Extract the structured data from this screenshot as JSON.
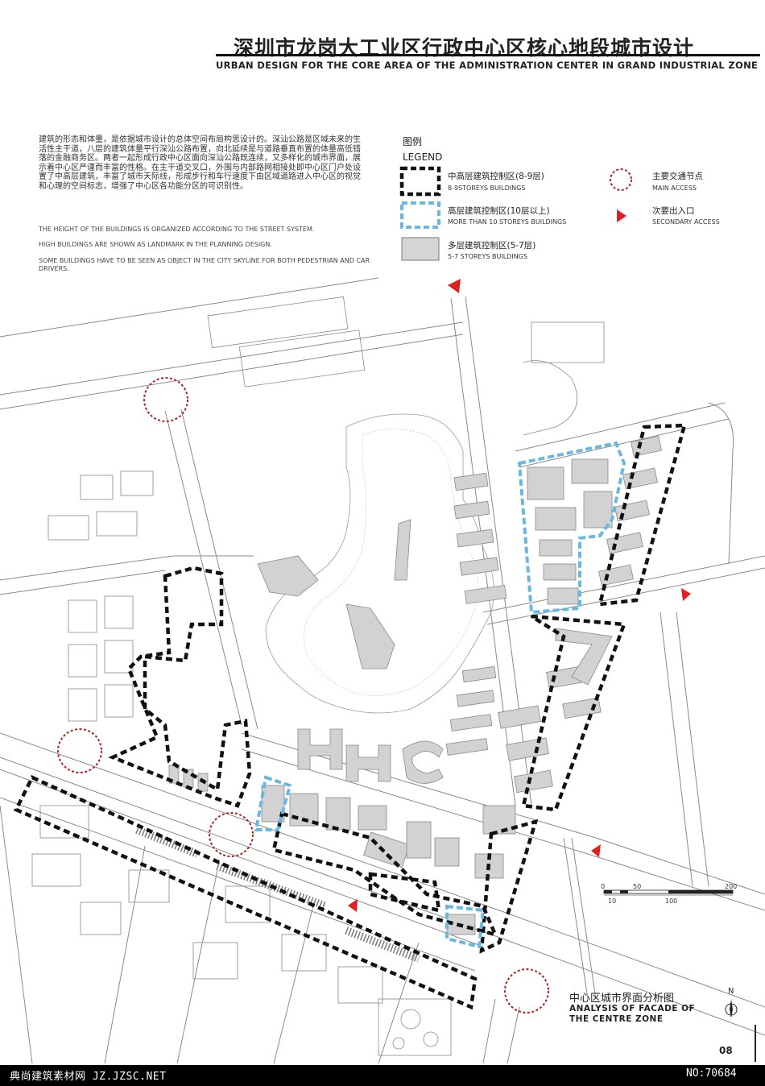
{
  "header": {
    "title_cn": "深圳市龙岗大工业区行政中心区核心地段城市设计",
    "title_en": "URBAN DESIGN FOR THE CORE AREA OF THE ADMINISTRATION CENTER IN GRAND INDUSTRIAL ZONE"
  },
  "description": {
    "cn": "建筑的形态和体量，是依据城市设计的总体空间布局构思设计的。深汕公路是区域未来的生活性主干道，八层的建筑体量平行深汕公路布置，向北延续是与道路垂直布置的体量高低错落的金融商务区。两者一起形成行政中心区面向深汕公路既连续，又多样化的城市界面，展示着中心区严谨而丰富的性格。在主干道交叉口，外围与内部路网相接处即中心区门户处设置了中高层建筑，丰富了城市天际线，形成步行和车行速度下由区域道路进入中心区的视觉和心理的空间标志，增强了中心区各功能分区的可识别性。",
    "en_1": "THE HEIGHT OF THE BUILDINGS IS ORGANIZED ACCORDING TO THE STREET SYSTEM.",
    "en_2": "HIGH BUILDINGS ARE SHOWN AS LANDMARK IN THE PLANNING DESIGN.",
    "en_3": "SOME BUILDINGS HAVE TO BE SEEN AS OBJECT IN THE CITY SKYLINE FOR BOTH PEDESTRIAN AND CAR DRIVERS."
  },
  "legend": {
    "heading_cn": "图例",
    "heading_en": "LEGEND",
    "items": [
      {
        "label_cn": "中高层建筑控制区(8-9层)",
        "label_en": "8-9STOREYS BUILDINGS",
        "symbol": "black-dashed-box",
        "color": "#111111"
      },
      {
        "label_cn": "高层建筑控制区(10层以上)",
        "label_en": "MORE THAN 10 STOREYS BUILDINGS",
        "symbol": "blue-dashed-box",
        "color": "#6ab8e0"
      },
      {
        "label_cn": "多层建筑控制区(5-7层)",
        "label_en": "5-7 STOREYS BUILDINGS",
        "symbol": "grey-box",
        "color": "#d6d6d6"
      },
      {
        "label_cn": "主要交通节点",
        "label_en": "MAIN ACCESS",
        "symbol": "red-dashed-circle",
        "color": "#b22222"
      },
      {
        "label_cn": "次要出入口",
        "label_en": "SECONDARY ACCESS",
        "symbol": "red-triangle",
        "color": "#e02020"
      }
    ]
  },
  "scale_bar": {
    "labels_top": [
      "0",
      "50",
      "200"
    ],
    "labels_bottom": [
      "10",
      "100"
    ]
  },
  "map_title": {
    "cn": "中心区城市界面分析图",
    "en_1": "ANALYSIS OF FACADE OF",
    "en_2": "THE CENTRE ZONE"
  },
  "north_arrow": {
    "label": "N"
  },
  "page_number": "08",
  "footer": {
    "left": "典尚建筑素材网 JZ.JZSC.NET",
    "right": "NO:70684"
  },
  "colors": {
    "road_line": "#8a8a8a",
    "building_fill": "#d2d2d2",
    "building_stroke": "#888888",
    "boundary_black": "#111111",
    "boundary_blue": "#6ab8e0",
    "access_red": "#b22222"
  }
}
